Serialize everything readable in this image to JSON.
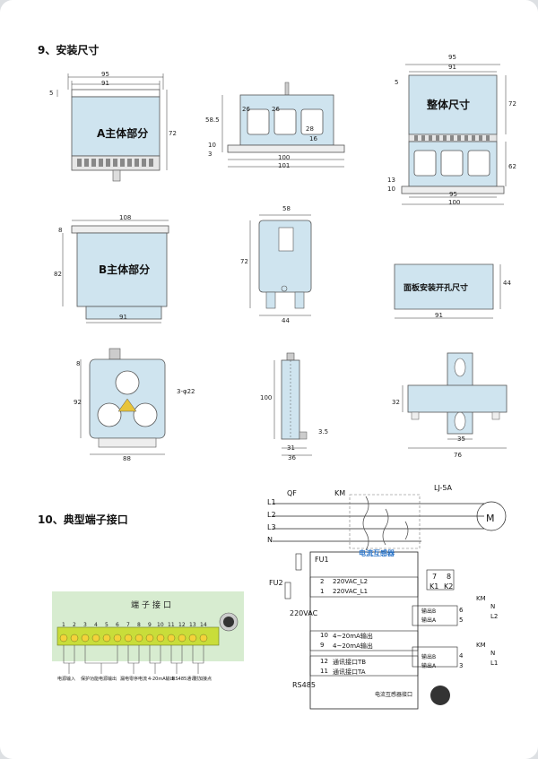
{
  "section9": {
    "title": "9、安装尺寸",
    "partA_label": "A主体部分",
    "partB_label": "B主体部分",
    "whole_label": "整体尺寸",
    "panel_cut_label": "面板安装开孔尺寸",
    "dims": {
      "a_95": "95",
      "a_91": "91",
      "a_5": "5",
      "a_72": "72",
      "s_26a": "26",
      "s_26b": "26",
      "s_28": "28",
      "s_16": "16",
      "s_58": "58.5",
      "s_10": "10",
      "s_3": "3",
      "s_100": "100",
      "s_101": "101",
      "w_95": "95",
      "w_91": "91",
      "w_5": "5",
      "w_72": "72",
      "w_62": "62",
      "w_95b": "95",
      "w_100": "100",
      "w_13": "13",
      "w_10": "10",
      "b_108": "108",
      "b_8": "8",
      "b_82": "82",
      "b_91": "91",
      "bs_58": "58",
      "bs_72": "72",
      "bs_44": "44",
      "p_44": "44",
      "p_91": "91",
      "c_8": "8",
      "c_92": "92",
      "c_3d22": "3-φ22",
      "c_88": "88",
      "cs_100": "100",
      "cs_31": "31",
      "cs_36": "36",
      "cs_35": "3.5",
      "r_32": "32",
      "r_35": "35",
      "r_76": "76"
    }
  },
  "section10": {
    "title": "10、典型端子接口",
    "panel_title": "端子接口",
    "terminal_numbers": [
      "1",
      "2",
      "3",
      "4",
      "5",
      "6",
      "7",
      "8",
      "9",
      "10",
      "11",
      "12",
      "13",
      "14"
    ],
    "groups": [
      "电源输入",
      "保护功能电源输出",
      "漏电零序电流",
      "4-20mA输出",
      "RS485通讯",
      "附加接点"
    ]
  },
  "wiring": {
    "lines": [
      "L1",
      "L2",
      "L3",
      "N"
    ],
    "qf": "QF",
    "km": "KM",
    "lj": "LJ-5A",
    "motor": "M",
    "ct_label": "电流互感器",
    "fu1": "FU1",
    "fu2": "FU2",
    "vac": "220VAC",
    "k_terms": {
      "t7": "7",
      "t8": "8",
      "k1": "K1",
      "k2": "K2"
    },
    "table_rows": [
      {
        "num": "2",
        "text": "220VAC_L2"
      },
      {
        "num": "1",
        "text": "220VAC_L1"
      },
      {
        "num": "10",
        "text": "4~20mA输出"
      },
      {
        "num": "9",
        "text": "4~20mA输出"
      },
      {
        "num": "12",
        "text": "通讯接口TB"
      },
      {
        "num": "11",
        "text": "通讯接口TA"
      }
    ],
    "rs485": "RS485",
    "ct_port": "电流互感器接口",
    "relay_b": {
      "name": "输出B",
      "name2": "输出A",
      "t6": "6",
      "t5": "5",
      "km": "KM",
      "n": "N",
      "l": "L2"
    },
    "relay_a": {
      "name": "输出B",
      "name2": "输出A",
      "t4": "4",
      "t3": "3",
      "km": "KM",
      "n": "N",
      "l": "L1"
    }
  }
}
